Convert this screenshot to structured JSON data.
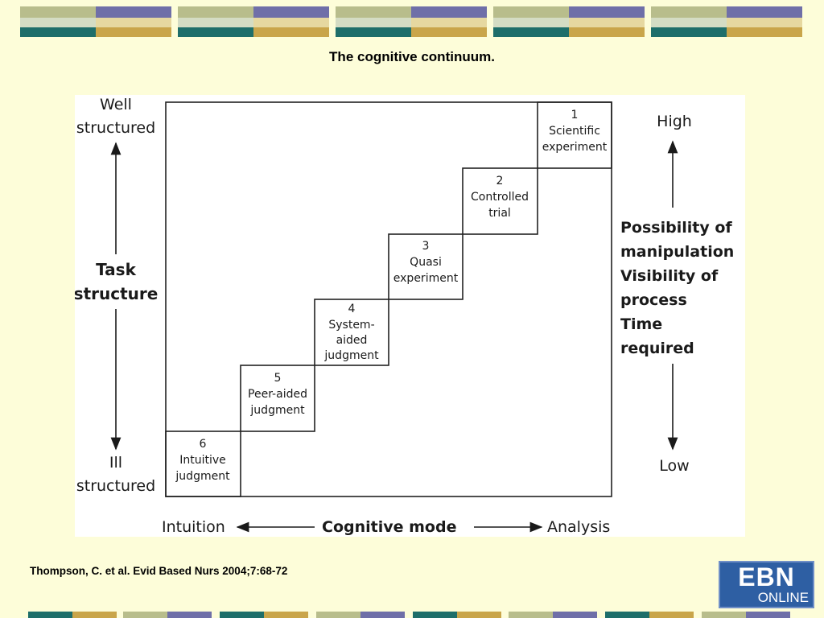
{
  "slide": {
    "title": "The cognitive continuum.",
    "citation": "Thompson, C. et al. Evid Based Nurs 2004;7:68-72"
  },
  "diagram": {
    "left_axis": {
      "top_label": [
        "Well",
        "structured"
      ],
      "middle_label": [
        "Task",
        "structure"
      ],
      "bottom_label": [
        "Ill",
        "structured"
      ]
    },
    "right_axis": {
      "top_label": "High",
      "middle_label": [
        "Possibility of",
        "manipulation",
        "Visibility of",
        "process",
        "Time",
        "required"
      ],
      "bottom_label": "Low"
    },
    "bottom_axis": {
      "left_label": "Intuition",
      "middle_label": "Cognitive mode",
      "right_label": "Analysis"
    },
    "steps": [
      {
        "number": "1",
        "lines": [
          "Scientific",
          "experiment"
        ]
      },
      {
        "number": "2",
        "lines": [
          "Controlled",
          "trial"
        ]
      },
      {
        "number": "3",
        "lines": [
          "Quasi",
          "experiment"
        ]
      },
      {
        "number": "4",
        "lines": [
          "System-",
          "aided",
          "judgment"
        ]
      },
      {
        "number": "5",
        "lines": [
          "Peer-aided",
          "judgment"
        ]
      },
      {
        "number": "6",
        "lines": [
          "Intuitive",
          "judgment"
        ]
      }
    ]
  },
  "logo": {
    "main": "EBN",
    "sub": "ONLINE"
  },
  "colors": {
    "background": "#fdfdd9",
    "banner_olive": "#b8bd8c",
    "banner_purple": "#6f6fa8",
    "banner_teal": "#1e6e6a",
    "banner_gold": "#c9a54a",
    "logo_blue": "#2e5fa3"
  }
}
